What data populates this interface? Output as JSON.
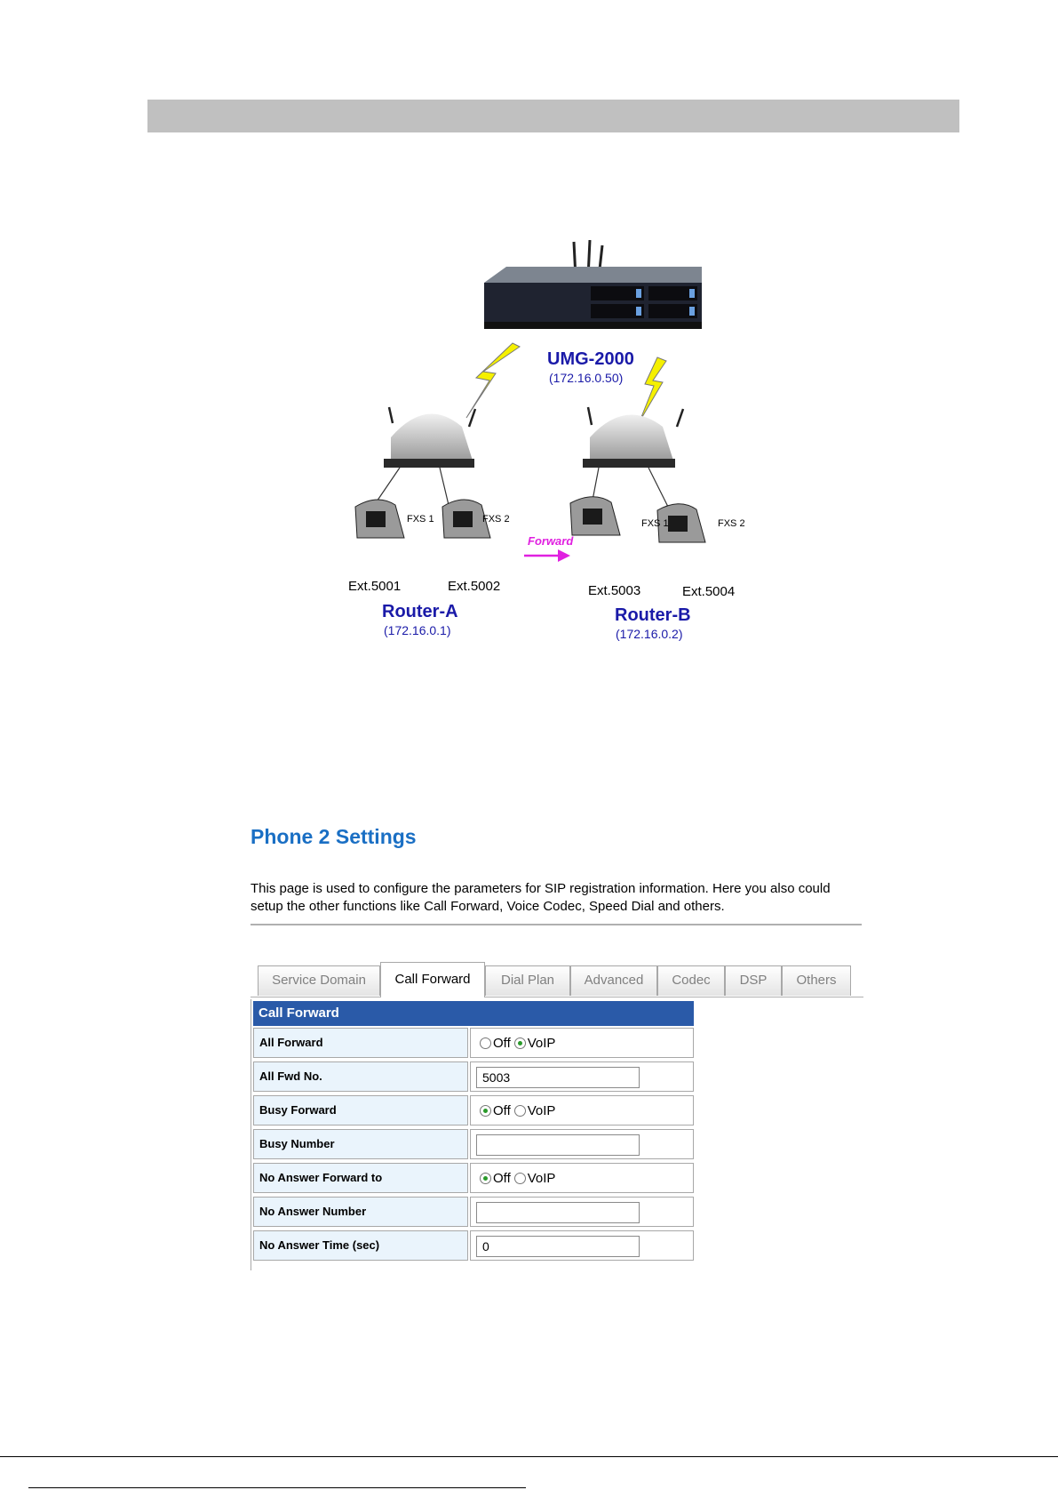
{
  "diagram": {
    "umg_name": "UMG-2000",
    "umg_ip": "(172.16.0.50)",
    "router_a_name": "Router-A",
    "router_a_ip": "(172.16.0.1)",
    "router_b_name": "Router-B",
    "router_b_ip": "(172.16.0.2)",
    "fxs1": "FXS 1",
    "fxs2": "FXS 2",
    "forward": "Forward",
    "ext_5001": "Ext.5001",
    "ext_5002": "Ext.5002",
    "ext_5003": "Ext.5003",
    "ext_5004": "Ext.5004"
  },
  "page": {
    "title": "Phone 2 Settings",
    "description": "This page is used to configure the parameters for SIP registration information. Here you also could setup the other functions like Call Forward, Voice Codec, Speed Dial and others."
  },
  "tabs": [
    "Service Domain",
    "Call Forward",
    "Dial Plan",
    "Advanced",
    "Codec",
    "DSP",
    "Others"
  ],
  "active_tab": "Call Forward",
  "panel": {
    "header": "Call Forward",
    "option_off": "Off",
    "option_voip": "VoIP",
    "rows": [
      {
        "label": "All Forward",
        "selected": "VoIP"
      },
      {
        "label": "All Fwd No.",
        "value": "5003"
      },
      {
        "label": "Busy Forward",
        "selected": "Off"
      },
      {
        "label": "Busy Number",
        "value": ""
      },
      {
        "label": "No Answer Forward to",
        "selected": "Off"
      },
      {
        "label": "No Answer Number",
        "value": ""
      },
      {
        "label": "No Answer Time (sec)",
        "value": "0"
      }
    ]
  },
  "colors": {
    "title_blue": "#1a6fc4",
    "header_blue": "#2a5aa8",
    "label_bg": "#eaf4fc",
    "forward_magenta": "#e020e0",
    "diagram_blue": "#1a1aa8",
    "bolt_yellow": "#f5f000"
  }
}
